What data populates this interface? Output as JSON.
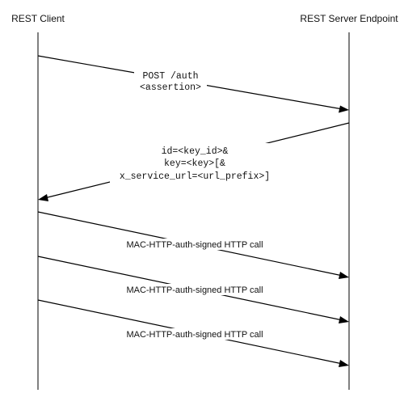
{
  "participants": {
    "client": "REST Client",
    "server": "REST Server Endpoint"
  },
  "messages": {
    "auth_request": [
      "POST /auth",
      "<assertion>"
    ],
    "auth_response": [
      "id=<key_id>&",
      "key=<key>[&",
      "x_service_url=<url_prefix>]"
    ],
    "call_1": "MAC-HTTP-auth-signed HTTP call",
    "call_2": "MAC-HTTP-auth-signed HTTP call",
    "call_3": "MAC-HTTP-auth-signed HTTP call"
  }
}
